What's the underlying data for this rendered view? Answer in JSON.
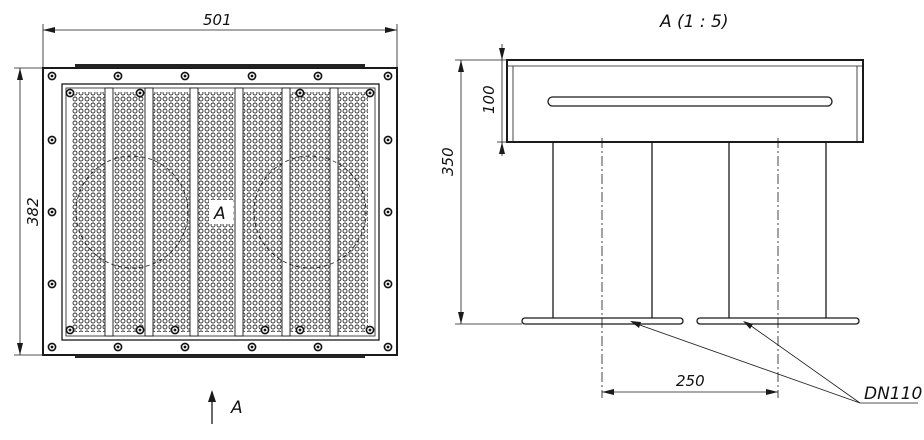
{
  "front_view": {
    "width_dim": "501",
    "height_dim": "382",
    "center_label": "A",
    "view_arrow_label": "A"
  },
  "side_view": {
    "title": "A (1 : 5)",
    "height_dim": "350",
    "top_dim": "100",
    "spacing_dim": "250",
    "pipe_label": "DN110"
  }
}
